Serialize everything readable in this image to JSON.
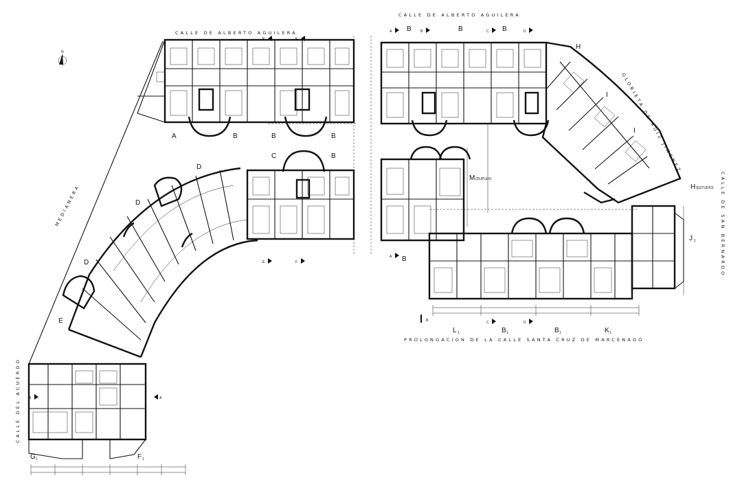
{
  "streets": {
    "alberto_left": "CALLE DE ALBERTO AGUILERA",
    "alberto_right": "CALLE DE ALBERTO AGUILERA",
    "glorieta": "GLORIETA DE RUIZ JIMENEZ",
    "san_bernardo": "CALLE DE SAN BERNARDO",
    "santa_cruz": "PROLONGACION DE LA CALLE SANTA CRUZ DE MARCENADO",
    "medianera": "MEDIANERA",
    "acuerdo": "CALLE DEL ACUERDO"
  },
  "north": "N",
  "units": {
    "a_top": "A",
    "b_top": "B",
    "b_top2": "B",
    "c_mid": "C",
    "b_mid": "B",
    "d1": "D",
    "d2": "D",
    "d3": "D",
    "e": "E",
    "b_r1": "B",
    "b_r2": "B",
    "b_r3": "B",
    "h": "H",
    "i1": "I",
    "i2": "I",
    "m": "M",
    "m_sub": "(DUPLEX)",
    "h2": "H",
    "h2_sub": "(ESTUDIO)",
    "j1": "J",
    "j1_sub": "1",
    "l1": "L",
    "l1_sub": "1",
    "b1a": "B",
    "b1a_sub": "1",
    "b1b": "B",
    "b1b_sub": "1",
    "k1": "K",
    "k1_sub": "1",
    "g1": "G",
    "g1_sub": "1",
    "f1": "F",
    "f1_sub": "1"
  },
  "section_marks": {
    "A": "A",
    "B": "B",
    "C": "C",
    "D": "D",
    "E": "E",
    "F": "F"
  }
}
